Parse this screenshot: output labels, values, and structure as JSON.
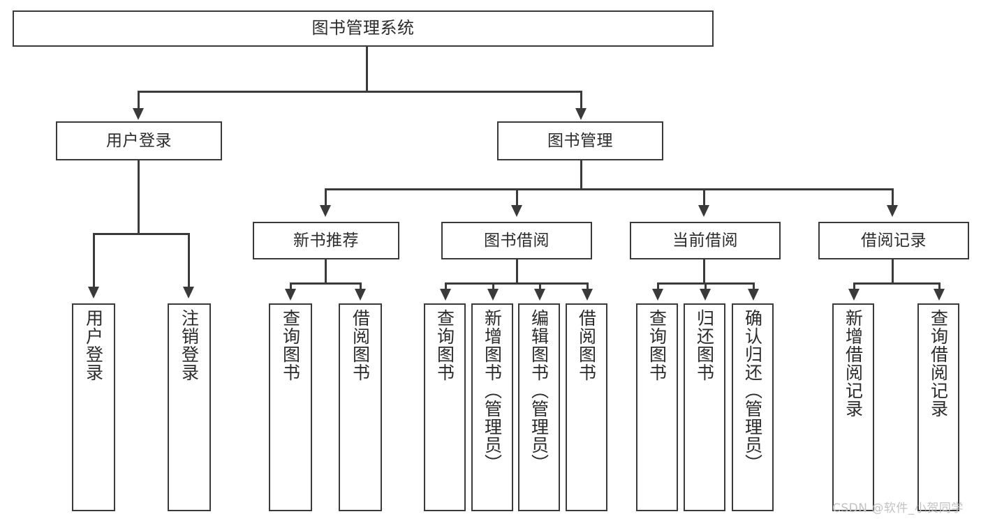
{
  "diagram": {
    "title": "图书管理系统",
    "type": "hierarchy-tree",
    "root": {
      "id": "root",
      "label": "图书管理系统"
    },
    "level2": [
      {
        "id": "user-login",
        "label": "用户登录"
      },
      {
        "id": "book-management",
        "label": "图书管理"
      }
    ],
    "level3": [
      {
        "id": "new-book-recommend",
        "label": "新书推荐"
      },
      {
        "id": "book-borrow",
        "label": "图书借阅"
      },
      {
        "id": "current-borrow",
        "label": "当前借阅"
      },
      {
        "id": "borrow-record",
        "label": "借阅记录"
      }
    ],
    "leaves": {
      "user_login": [
        {
          "id": "leaf-user-login",
          "label": "用户登录"
        },
        {
          "id": "leaf-logout-login",
          "label": "注销登录"
        }
      ],
      "new_book_recommend": [
        {
          "id": "leaf-query-book-1",
          "label": "查询图书"
        },
        {
          "id": "leaf-borrow-book-1",
          "label": "借阅图书"
        }
      ],
      "book_borrow": [
        {
          "id": "leaf-query-book-2",
          "label": "查询图书"
        },
        {
          "id": "leaf-add-book",
          "label": "新增图书（管理员）"
        },
        {
          "id": "leaf-edit-book",
          "label": "编辑图书（管理员）"
        },
        {
          "id": "leaf-borrow-book-2",
          "label": "借阅图书"
        }
      ],
      "current_borrow": [
        {
          "id": "leaf-query-book-3",
          "label": "查询图书"
        },
        {
          "id": "leaf-return-book",
          "label": "归还图书"
        },
        {
          "id": "leaf-confirm-return",
          "label": "确认归还（管理员）"
        }
      ],
      "borrow_record": [
        {
          "id": "leaf-add-record",
          "label": "新增借阅记录"
        },
        {
          "id": "leaf-query-record",
          "label": "查询借阅记录"
        }
      ]
    }
  },
  "watermark": {
    "text": "CSDN @软件_小贺同学"
  },
  "colors": {
    "stroke": "#3a3a3a",
    "text": "#2b2b2b",
    "background": "#ffffff",
    "watermark": "#c2c2c2"
  }
}
